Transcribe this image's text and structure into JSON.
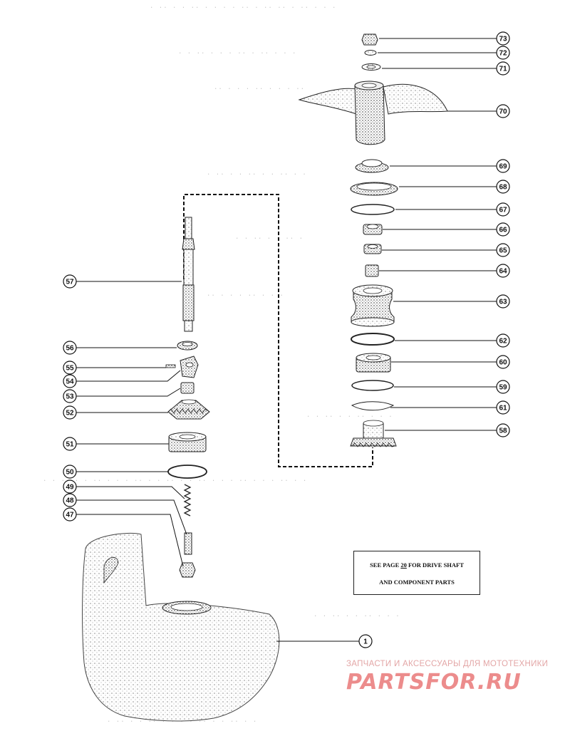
{
  "diagram": {
    "callouts": [
      "73",
      "72",
      "71",
      "70",
      "69",
      "68",
      "67",
      "66",
      "65",
      "64",
      "63",
      "62",
      "60",
      "59",
      "61",
      "58",
      "57",
      "56",
      "55",
      "54",
      "53",
      "52",
      "51",
      "50",
      "49",
      "48",
      "47",
      "1"
    ]
  },
  "note": {
    "line1_prefix": "SEE PAGE",
    "page_ref": "20",
    "line1_suffix": "FOR DRIVE SHAFT",
    "line2": "AND COMPONENT PARTS"
  },
  "watermark": {
    "tagline": "ЗАПЧАСТИ И АКСЕССУАРЫ ДЛЯ МОТОТЕХНИКИ",
    "brand": "PARTSFOR.RU"
  },
  "colors": {
    "ink": "#111111",
    "stipple": "#9a9a9a",
    "watermark": "#ec8c8c"
  }
}
